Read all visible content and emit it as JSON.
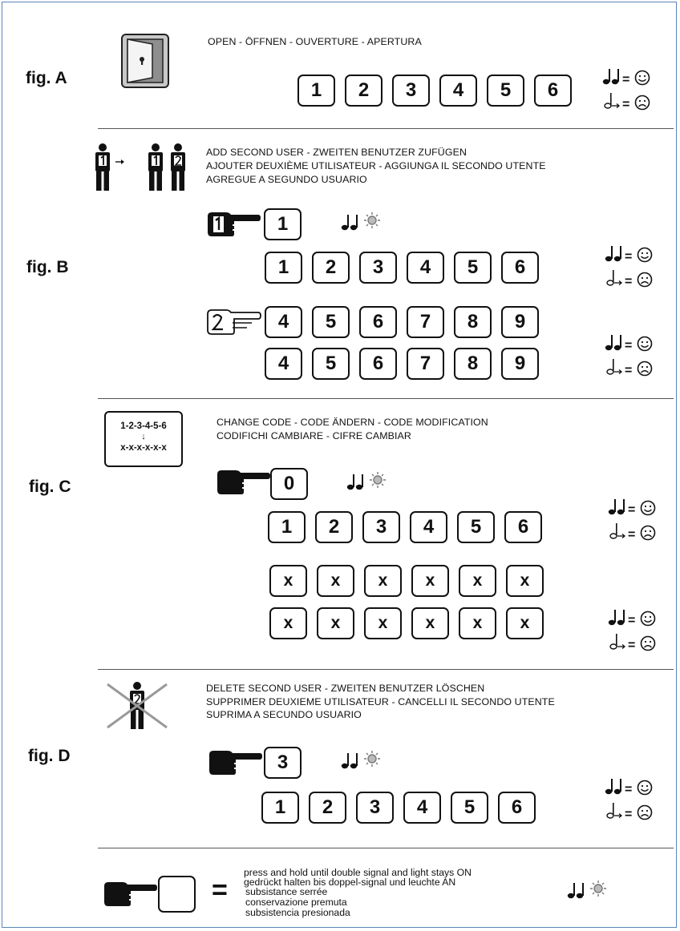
{
  "figA": {
    "label": "fig. A",
    "caption": "OPEN - ÖFFNEN - OUVERTURE - APERTURA",
    "row1": [
      "1",
      "2",
      "3",
      "4",
      "5",
      "6"
    ]
  },
  "figB": {
    "label": "fig. B",
    "caption_lines": [
      "ADD SECOND USER - ZWEITEN BENUTZER ZUFÜGEN",
      "AJOUTER DEUXIÈME UTILISATEUR - AGGIUNGA IL SECONDO UTENTE",
      "AGREGUE A SEGUNDO USUARIO"
    ],
    "press_key": "1",
    "row1": [
      "1",
      "2",
      "3",
      "4",
      "5",
      "6"
    ],
    "row2": [
      "4",
      "5",
      "6",
      "7",
      "8",
      "9"
    ],
    "row3": [
      "4",
      "5",
      "6",
      "7",
      "8",
      "9"
    ]
  },
  "figC": {
    "label": "fig. C",
    "box_code_line1": "1-2-3-4-5-6",
    "box_arrow": "↓",
    "box_code_line2": "x-x-x-x-x-x",
    "caption_lines": [
      "CHANGE CODE - CODE ÄNDERN - CODE MODIFICATION",
      "CODIFICHI CAMBIARE - CIFRE CAMBIAR"
    ],
    "press_key": "0",
    "row1": [
      "1",
      "2",
      "3",
      "4",
      "5",
      "6"
    ],
    "row2": [
      "x",
      "x",
      "x",
      "x",
      "x",
      "x"
    ],
    "row3": [
      "x",
      "x",
      "x",
      "x",
      "x",
      "x"
    ]
  },
  "figD": {
    "label": "fig. D",
    "caption_lines": [
      "DELETE SECOND USER - ZWEITEN BENUTZER LÖSCHEN",
      "SUPPRIMER DEUXIEME UTILISATEUR  - CANCELLI IL SECONDO UTENTE",
      "SUPRIMA A SECUNDO USUARIO"
    ],
    "press_key": "3",
    "row1": [
      "1",
      "2",
      "3",
      "4",
      "5",
      "6"
    ]
  },
  "legend": {
    "equals": "=",
    "smile": "☺",
    "frown": "☹"
  },
  "footer": {
    "equals": "=",
    "lines": [
      "press and hold until double signal and light stays ON",
      "gedrückt halten bis doppel-signal und leuchte AN",
      "subsistance serrée",
      "conservazione premuta",
      "subsistencia presionada"
    ]
  },
  "icons": {
    "door": "door-with-keyhole-icon",
    "users": "add-second-user-icon",
    "finger1": "finger-press-1-icon",
    "finger2": "finger-press-2-icon",
    "finger": "finger-press-icon",
    "notes_light": "double-beep-with-light-icon",
    "delete_user": "delete-second-user-icon"
  }
}
